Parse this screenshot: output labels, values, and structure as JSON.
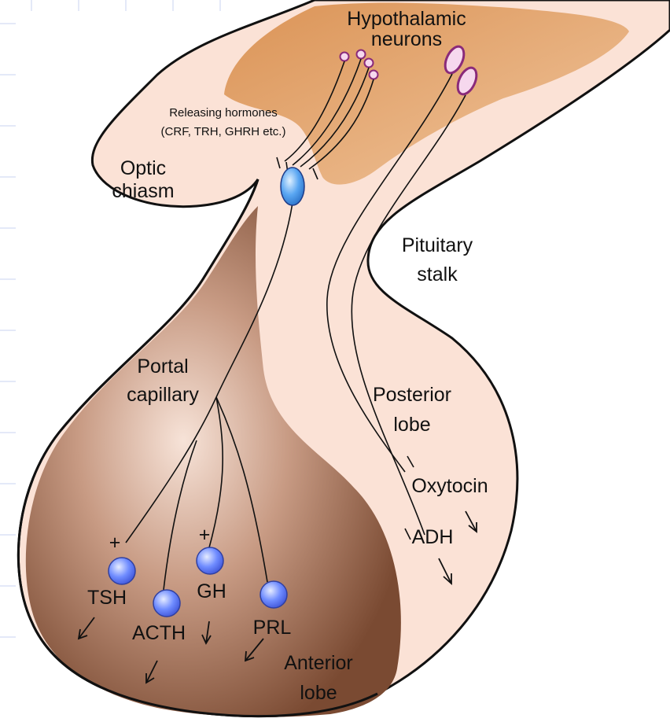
{
  "colors": {
    "background": "#ffffff",
    "grid_lines": "#c9d3f2",
    "outer_tissue": "#fbe2d6",
    "hypothalamus": "#e0a26a",
    "anterior_lobe_light": "#f7e3d8",
    "anterior_lobe_dark": "#7a4a32",
    "cell_fill": "#6f8cff",
    "neuron_ring_fill": "#f6d8ee",
    "neuron_ring_stroke": "#8a2a7a",
    "outline": "#111111"
  },
  "labels": {
    "hypothalamic_line1": "Hypothalamic",
    "hypothalamic_line2": "neurons",
    "releasing_line1": "Releasing hormones",
    "releasing_line2": "(CRF, TRH, GHRH etc.)",
    "optic_line1": "Optic",
    "optic_line2": "chiasm",
    "stalk_line1": "Pituitary",
    "stalk_line2": "stalk",
    "portal_line1": "Portal",
    "portal_line2": "capillary",
    "posterior_line1": "Posterior",
    "posterior_line2": "lobe",
    "oxytocin": "Oxytocin",
    "adh": "ADH",
    "plus_tsh": "+",
    "plus_gh": "+",
    "tsh": "TSH",
    "gh": "GH",
    "acth": "ACTH",
    "prl": "PRL",
    "anterior_line1": "Anterior",
    "anterior_line2": "lobe"
  },
  "icons": {
    "hormone_cell": "blue-sphere",
    "neuron_body": "ring-circle",
    "secretion": "arrow"
  }
}
